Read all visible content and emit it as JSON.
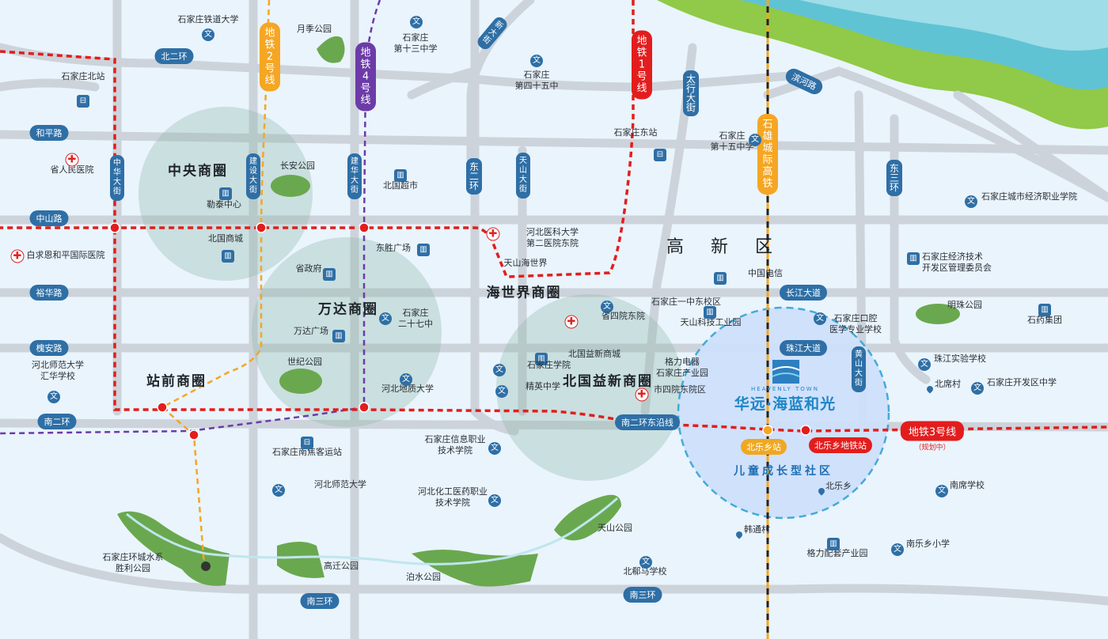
{
  "districts": {
    "central": "中央商圈",
    "wanda": "万达商圈",
    "haishijie": "海世界商圈",
    "station_front": "站前商圈",
    "beiguo": "北国益新商圈",
    "gaoxin": "高　新　区"
  },
  "metro": {
    "line2": "地铁2号线",
    "line4": "地铁4号线",
    "line1": "地铁1号线",
    "intercity": "石雄城际高铁",
    "line3": "地铁3号线",
    "line3_note": "（规划中）"
  },
  "roads": {
    "north2": "北二环",
    "south2": "南二环",
    "south2_east": "南二环东沿线",
    "south3_w": "南三环",
    "south3_e": "南三环",
    "heping": "和平路",
    "zhongshan": "中山路",
    "yuhua": "裕华路",
    "huaian": "槐安路",
    "changjiang": "长江大道",
    "zhujiang": "珠江大道",
    "zhonghua": "中华大街",
    "jianshe": "建设大街",
    "jianhua": "建华大街",
    "east2": "东二环",
    "tianshan": "天山大街",
    "taihang": "太行大街",
    "east3": "东三环",
    "huangshan": "黄山大街",
    "xinda": "新大街",
    "road_ne": "滨河路"
  },
  "stations": {
    "beile": "北乐乡站",
    "beile_metro": "北乐乡地铁站"
  },
  "project": {
    "name": "华远·海蓝和光",
    "english": "HEAVENLY TOWN",
    "slogan": "儿童成长型社区"
  },
  "pois": [
    {
      "id": "railway-univ",
      "text": "石家庄铁道大学",
      "icon": "school-icon"
    },
    {
      "id": "yueji-park",
      "text": "月季公园",
      "icon": ""
    },
    {
      "id": "school13",
      "text": "石家庄\n第十三中学",
      "icon": "school-icon"
    },
    {
      "id": "school45",
      "text": "石家庄\n第四十五中",
      "icon": "school-icon"
    },
    {
      "id": "north-station",
      "text": "石家庄北站",
      "icon": "train-icon"
    },
    {
      "id": "prov-hospital",
      "text": "省人民医院",
      "icon": "hospital-icon"
    },
    {
      "id": "bethune",
      "text": "白求恩和平国际医院",
      "icon": "hospital-icon"
    },
    {
      "id": "changan-park",
      "text": "长安公园",
      "icon": ""
    },
    {
      "id": "letai",
      "text": "勒泰中心",
      "icon": "building-icon"
    },
    {
      "id": "beiguo-mall",
      "text": "北国商城",
      "icon": "building-icon"
    },
    {
      "id": "beiguo-super",
      "text": "北国超市",
      "icon": "building-icon"
    },
    {
      "id": "east-station",
      "text": "石家庄东站",
      "icon": "train-icon"
    },
    {
      "id": "school15",
      "text": "石家庄\n第十五中学",
      "icon": "school-icon"
    },
    {
      "id": "med-hospital",
      "text": "河北医科大学\n第二医院东院",
      "icon": "hospital-icon"
    },
    {
      "id": "tianshan-world",
      "text": "天山海世界",
      "icon": ""
    },
    {
      "id": "dongsheng",
      "text": "东胜广场",
      "icon": "building-icon"
    },
    {
      "id": "gov",
      "text": "省政府",
      "icon": "building-icon"
    },
    {
      "id": "school27",
      "text": "石家庄\n二十七中",
      "icon": "school-icon"
    },
    {
      "id": "wanda-plaza",
      "text": "万达广场",
      "icon": "building-icon"
    },
    {
      "id": "century-park",
      "text": "世纪公园",
      "icon": ""
    },
    {
      "id": "no1-east",
      "text": "石家庄一中东校区",
      "icon": "school-icon"
    },
    {
      "id": "tianshan-tech",
      "text": "天山科技工业园",
      "icon": "building-icon"
    },
    {
      "id": "hospital4",
      "text": "省四院东院",
      "icon": "hospital-icon"
    },
    {
      "id": "beiguo-yixin",
      "text": "北国益新商城",
      "icon": "building-icon"
    },
    {
      "id": "sjz-college",
      "text": "石家庄学院",
      "icon": "school-icon"
    },
    {
      "id": "jingying",
      "text": "精英中学",
      "icon": "school-icon"
    },
    {
      "id": "geo-univ",
      "text": "河北地质大学",
      "icon": "school-icon"
    },
    {
      "id": "gree",
      "text": "格力电器\n石家庄产业园",
      "icon": ""
    },
    {
      "id": "hospital4-city",
      "text": "市四院东院区",
      "icon": "hospital-icon"
    },
    {
      "id": "telecom",
      "text": "中国电信",
      "icon": "building-icon"
    },
    {
      "id": "dental",
      "text": "石家庄口腔\n医学专业学校",
      "icon": "school-icon"
    },
    {
      "id": "econ-college",
      "text": "石家庄城市经济职业学院",
      "icon": "school-icon"
    },
    {
      "id": "dev-committee",
      "text": "石家庄经济技术\n开发区管理委员会",
      "icon": "building-icon"
    },
    {
      "id": "mingzhu-park",
      "text": "明珠公园",
      "icon": ""
    },
    {
      "id": "shiyao",
      "text": "石药集团",
      "icon": "building-icon"
    },
    {
      "id": "zhujiang-school",
      "text": "珠江实验学校",
      "icon": "school-icon"
    },
    {
      "id": "beixi",
      "text": "北席村",
      "icon": "pin-icon"
    },
    {
      "id": "dev-school",
      "text": "石家庄开发区中学",
      "icon": "school-icon"
    },
    {
      "id": "hebei-normal-hs",
      "text": "河北师范大学\n汇华学校",
      "icon": "school-icon"
    },
    {
      "id": "south-bus",
      "text": "石家庄南焦客运站",
      "icon": "bus-icon"
    },
    {
      "id": "info-college",
      "text": "石家庄信息职业\n技术学院",
      "icon": "school-icon"
    },
    {
      "id": "hebei-normal",
      "text": "河北师范大学",
      "icon": "school-icon"
    },
    {
      "id": "chem-college",
      "text": "河北化工医药职业\n技术学院",
      "icon": "school-icon"
    },
    {
      "id": "tianshan-park",
      "text": "天山公园",
      "icon": ""
    },
    {
      "id": "beile-xiang",
      "text": "北乐乡",
      "icon": "pin-icon"
    },
    {
      "id": "nanxi-school",
      "text": "南席学校",
      "icon": "school-icon"
    },
    {
      "id": "victory-park",
      "text": "石家庄环城水系\n胜利公园",
      "icon": ""
    },
    {
      "id": "gaoqian-park",
      "text": "高迁公园",
      "icon": ""
    },
    {
      "id": "boshui-park",
      "text": "泊水公园",
      "icon": ""
    },
    {
      "id": "hantong",
      "text": "韩通村",
      "icon": "pin-icon"
    },
    {
      "id": "gree-parts",
      "text": "格力配套产业园",
      "icon": "building-icon"
    },
    {
      "id": "nanle-school",
      "text": "南乐乡小学",
      "icon": "school-icon"
    },
    {
      "id": "beidu-school",
      "text": "北郗马学校",
      "icon": "school-icon"
    }
  ],
  "colors": {
    "road_label": "#2e6fa6",
    "metro_red": "#e31d1d",
    "metro_orange": "#f5a623",
    "metro_purple": "#6c3ba8",
    "project_blue": "#1d86c7"
  }
}
